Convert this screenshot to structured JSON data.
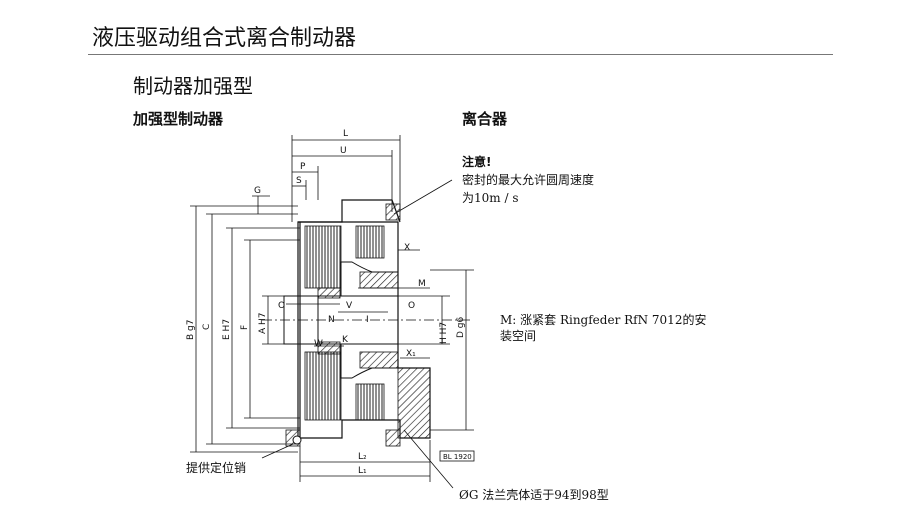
{
  "header": {
    "title": "液压驱动组合式离合制动器"
  },
  "section": {
    "subtitle": "制动器加强型"
  },
  "labels": {
    "left": "加强型制动器",
    "right": "离合器"
  },
  "note": {
    "title": "注意!",
    "line1": "密封的最大允许圆周速度",
    "line2": "为10m / s"
  },
  "m_note": {
    "line1": "M:  涨紧套  Ringfeder RfN 7012的安",
    "line2": "装空间"
  },
  "pin_label": "提供定位销",
  "flange_label": "ØG  法兰壳体适于94到98型",
  "drawing": {
    "dims": {
      "L": "L",
      "U": "U",
      "P": "P",
      "S": "S",
      "G": "G",
      "X": "X",
      "M": "M",
      "O": "O",
      "V": "V",
      "I": "I",
      "N": "N",
      "W": "W",
      "K": "K",
      "X1": "X₁",
      "L2": "L₂",
      "L1": "L₁",
      "Bg7": "B g7",
      "C": "C",
      "EH7": "E H7",
      "F": "F",
      "AH7": "A H7",
      "HH7": "H H7",
      "Dg6": "D g6"
    },
    "stamp": "BL 1920"
  }
}
